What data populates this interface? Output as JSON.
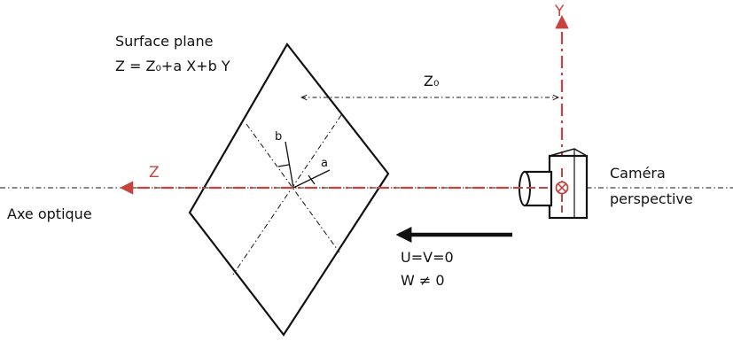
{
  "colors": {
    "ink": "#111111",
    "axis_red": "#c8433f",
    "background": "#ffffff"
  },
  "labels": {
    "surface_title": "Surface plane",
    "surface_equation": "Z = Z₀+a X+b Y",
    "z0": "Z₀",
    "axis_y": "Y",
    "axis_z": "Z",
    "slope_b": "b",
    "slope_a": "a",
    "optical_axis": "Axe optique",
    "camera_line1": "Caméra",
    "camera_line2": "perspective",
    "motion_uv": "U=V=0",
    "motion_w": "W ≠ 0"
  }
}
